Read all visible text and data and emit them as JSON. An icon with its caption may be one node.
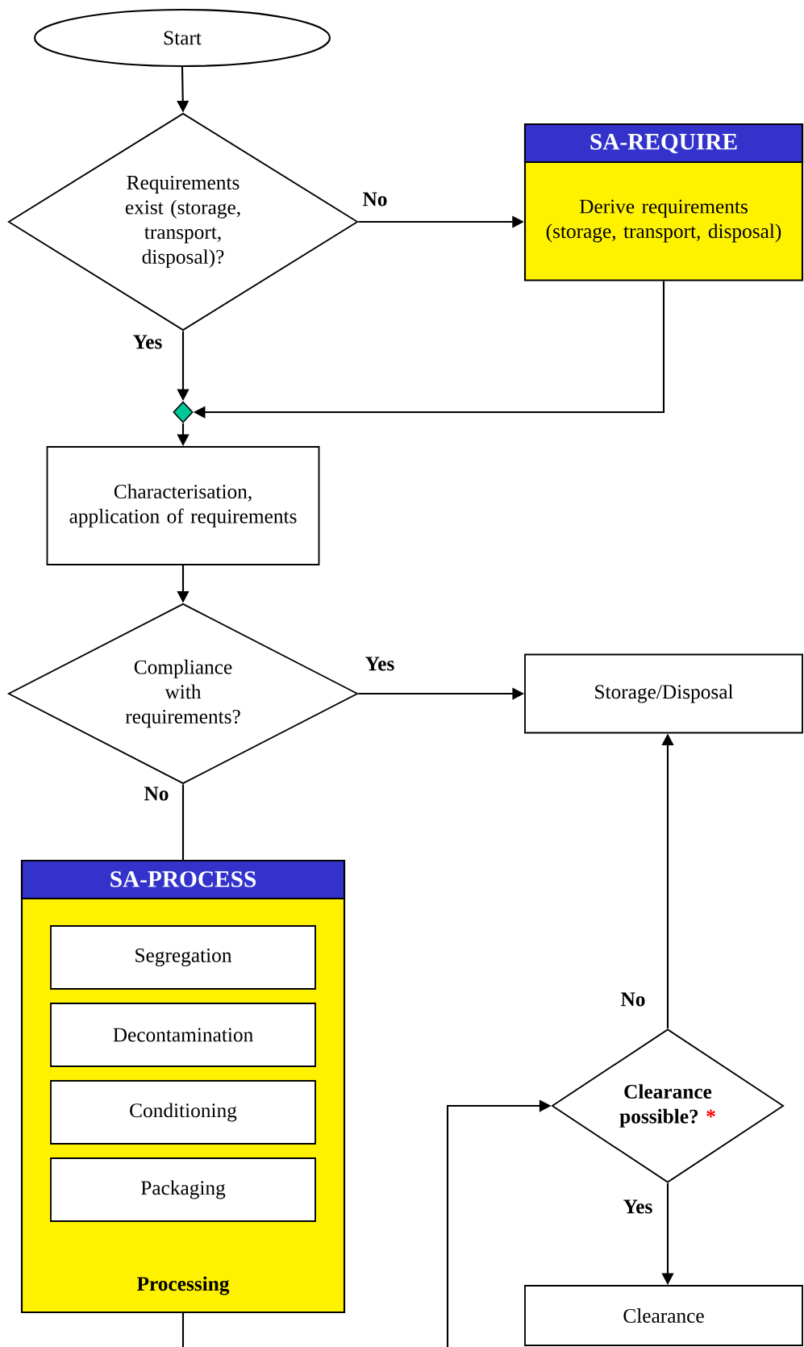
{
  "diagram": {
    "nodes": [
      {
        "text": [
          "Start"
        ]
      },
      {
        "text": [
          "Requirements exist (storage, transport, disposal)?"
        ]
      },
      {
        "text": [
          "SA-REQUIRE",
          "Derive requirements (storage, transport, disposal)"
        ]
      },
      {
        "text": [],
        "shape": "diamond"
      },
      {
        "text": [
          "Characterisation, application of requirements"
        ]
      },
      {
        "text": [
          "Compliance with requirements?"
        ]
      },
      {
        "text": [
          "Storage/Disposal"
        ]
      },
      {
        "text": [
          "SA-PROCESS",
          "Processing"
        ]
      },
      {
        "text": [
          "Segregation"
        ],
        "in": 7
      },
      {
        "text": [
          "Decontamination"
        ],
        "in": 7
      },
      {
        "text": [
          "Conditioning"
        ],
        "in": 7
      },
      {
        "text": [
          "Packaging"
        ],
        "in": 7
      },
      {
        "text": [
          "Clearance possible?",
          "*"
        ]
      },
      {
        "text": [
          "Clearance"
        ]
      }
    ],
    "edges": [
      {
        "from": 0,
        "to": 1,
        "arrow": "to"
      },
      {
        "from": 1,
        "to": 2,
        "arrow": "to",
        "label": "No"
      },
      {
        "from": 1,
        "to": 3,
        "arrow": "to",
        "label": "Yes"
      },
      {
        "from": 2,
        "to": 3,
        "arrow": "to"
      },
      {
        "from": 3,
        "to": 4,
        "arrow": "to"
      },
      {
        "from": 4,
        "to": 5,
        "arrow": "to"
      },
      {
        "from": 5,
        "to": 6,
        "arrow": "to",
        "label": "Yes"
      },
      {
        "from": 5,
        "to": 7,
        "arrow": "none",
        "label": "No"
      },
      {
        "from": 12,
        "to": 6,
        "arrow": "to",
        "label": "No"
      },
      {
        "from": 12,
        "to": 13,
        "arrow": "to",
        "label": "Yes"
      },
      {
        "from": 7,
        "to": null,
        "arrow": "none"
      },
      {
        "from": null,
        "to": 12,
        "arrow": "to"
      }
    ]
  }
}
